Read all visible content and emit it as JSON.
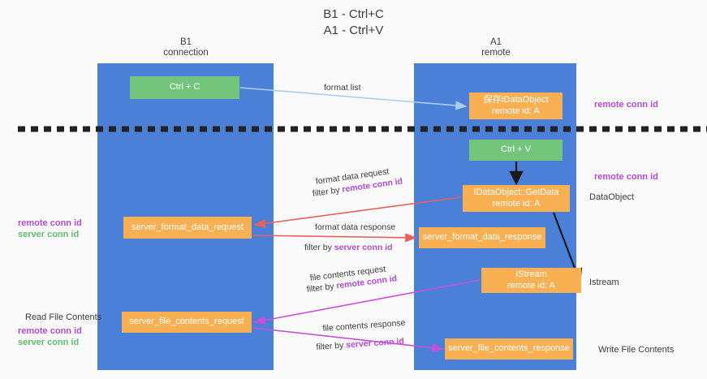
{
  "title": {
    "line1": "B1 - Ctrl+C",
    "line2": "A1 - Ctrl+V"
  },
  "columns": [
    {
      "id": "b1",
      "name": "B1",
      "role": "connection"
    },
    {
      "id": "a1",
      "name": "A1",
      "role": "remote"
    }
  ],
  "boxes": [
    {
      "id": "ctrl-c",
      "line1": "Ctrl + C",
      "line2": "",
      "color": "#74C57C",
      "column": "b1"
    },
    {
      "id": "save-idataobject",
      "line1": "保存IDataObject",
      "line2": "remote id: A",
      "color": "#F9B052",
      "column": "a1"
    },
    {
      "id": "ctrl-v",
      "line1": "Ctrl + V",
      "line2": "",
      "color": "#74C57C",
      "column": "a1"
    },
    {
      "id": "idataobject-getdata",
      "line1": "IDataObject::GetData",
      "line2": "remote id: A",
      "color": "#F9B052",
      "column": "a1"
    },
    {
      "id": "server-format-data-request",
      "line1": "server_format_data_request",
      "line2": "",
      "color": "#F9B052",
      "column": "b1"
    },
    {
      "id": "server-format-data-response",
      "line1": "server_format_data_response",
      "line2": "",
      "color": "#F9B052",
      "column": "a1"
    },
    {
      "id": "istream",
      "line1": "IStream",
      "line2": "remote id: A",
      "color": "#F9B052",
      "column": "a1"
    },
    {
      "id": "server-file-contents-request",
      "line1": "server_file_contents_request",
      "line2": "",
      "color": "#F9B052",
      "column": "b1"
    },
    {
      "id": "server-file-contents-response",
      "line1": "server_file_contents_response",
      "line2": "",
      "color": "#F9B052",
      "column": "a1"
    }
  ],
  "edge_labels": {
    "format_list": "format list",
    "format_data_request": "format data request",
    "format_data_request_filter_prefix": "filter by ",
    "format_data_request_filter_key": "remote conn id",
    "format_data_response": "format data response",
    "format_data_response_filter_prefix": "filter by ",
    "format_data_response_filter_key": "server conn id",
    "file_contents_request": "file contents request",
    "file_contents_request_filter_prefix": "filter by ",
    "file_contents_request_filter_key": "remote conn id",
    "file_contents_response": "file contents response",
    "file_contents_response_filter_prefix": "filter by ",
    "file_contents_response_filter_key": "server conn id"
  },
  "right_notes": {
    "note1": "remote conn id",
    "note2": "remote conn id",
    "note3": "DataObject",
    "note4": "Istream",
    "note5": "Write File Contents"
  },
  "left_notes": {
    "note1_line1": "remote conn id",
    "note1_line2": "server conn id",
    "note2": "Read File Contents",
    "note3_line1": "remote conn id",
    "note3_line2": "server conn id"
  },
  "colors": {
    "column_blue": "#4A80D8",
    "box_green": "#74C57C",
    "box_orange": "#F9B052",
    "arrow_red": "#E8605D",
    "arrow_magenta": "#C850D8",
    "arrow_lightblue": "#A9CEF0",
    "arrow_black": "#1A1A1A",
    "key_purple": "#B44BD6",
    "key_green": "#5FBF6B",
    "separator": "#222222",
    "background": "#FAFAFA"
  }
}
